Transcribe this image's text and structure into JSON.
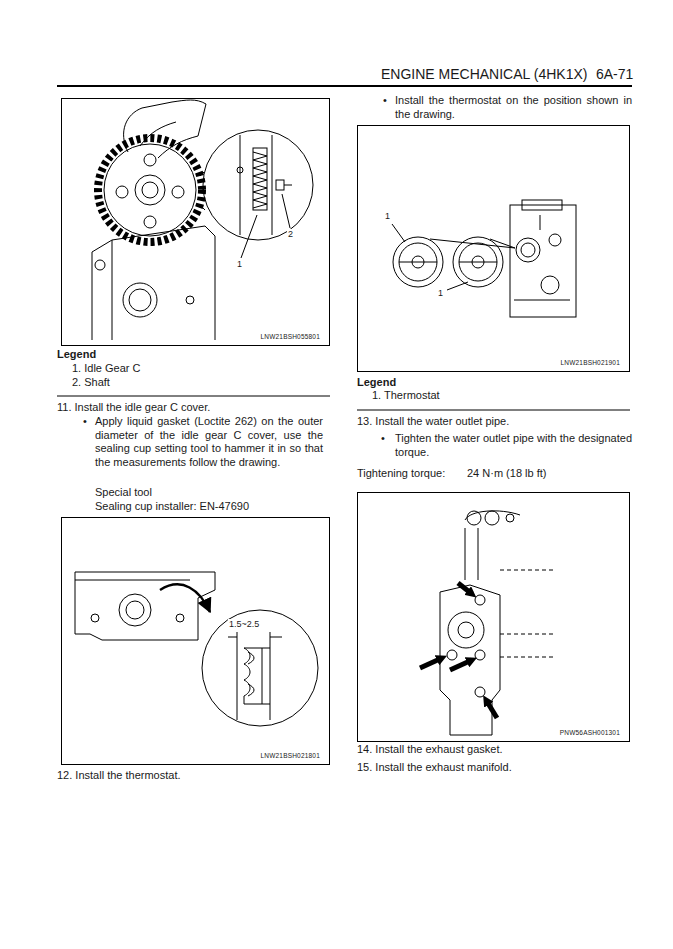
{
  "diagram": {
    "title": "ENGINE MECHANICAL (4HK1X)",
    "nodes": [
      {
        "text": [
          "1",
          "2",
          "LNW21BSH055801"
        ]
      },
      {
        "text": [
          "1.5~2.5",
          "LNW21BSH021801"
        ]
      },
      {
        "text": [
          "1",
          "1",
          "LNW21BSH021901"
        ]
      },
      {
        "text": [
          "PNW56ASH001301"
        ]
      }
    ],
    "labels": [
      "6A-71",
      "Legend",
      "11. Install the idle gear C cover.",
      "•",
      "Apply liquid gasket (Loctite 262) on the outer diameter of the idle gear C cover, use the sealing cup setting tool to hammer it in so that the measurements follow the drawing.",
      "Special tool",
      "Sealing cup installer: EN-47690",
      "12. Install the thermostat.",
      "•",
      "Install the thermostat on the position shown in the drawing.",
      "Legend",
      "13. Install the water outlet pipe.",
      "•",
      "Tighten the water outlet pipe with the designated torque.",
      "Tightening torque:",
      "24 N·m (18 lb ft)",
      "14. Install the exhaust gasket.",
      "15. Install the exhaust manifold."
    ],
    "legend": [
      {
        "text": "1. Idle Gear C"
      },
      {
        "text": "2. Shaft"
      },
      {
        "text": "1. Thermostat"
      }
    ]
  }
}
